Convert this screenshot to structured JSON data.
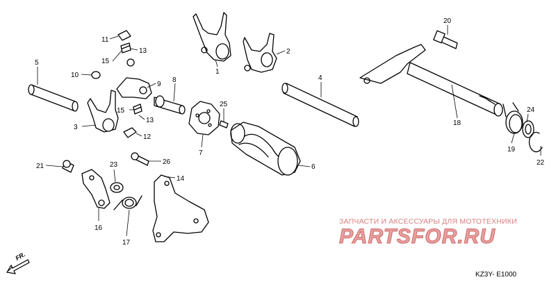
{
  "callouts": [
    {
      "id": "c1",
      "text": "1"
    },
    {
      "id": "c2",
      "text": "2"
    },
    {
      "id": "c3",
      "text": "3"
    },
    {
      "id": "c4",
      "text": "4"
    },
    {
      "id": "c5",
      "text": "5"
    },
    {
      "id": "c6",
      "text": "6"
    },
    {
      "id": "c7",
      "text": "7"
    },
    {
      "id": "c8",
      "text": "8"
    },
    {
      "id": "c9",
      "text": "9"
    },
    {
      "id": "c10",
      "text": "10"
    },
    {
      "id": "c11",
      "text": "11"
    },
    {
      "id": "c12",
      "text": "12"
    },
    {
      "id": "c13a",
      "text": "13"
    },
    {
      "id": "c13b",
      "text": "13"
    },
    {
      "id": "c14",
      "text": "14"
    },
    {
      "id": "c15a",
      "text": "15"
    },
    {
      "id": "c15b",
      "text": "15"
    },
    {
      "id": "c16",
      "text": "16"
    },
    {
      "id": "c17",
      "text": "17"
    },
    {
      "id": "c18",
      "text": "18"
    },
    {
      "id": "c19",
      "text": "19"
    },
    {
      "id": "c20",
      "text": "20"
    },
    {
      "id": "c21",
      "text": "21"
    },
    {
      "id": "c22",
      "text": "22"
    },
    {
      "id": "c23",
      "text": "23"
    },
    {
      "id": "c24",
      "text": "24"
    },
    {
      "id": "c25",
      "text": "25"
    },
    {
      "id": "c26",
      "text": "26"
    }
  ],
  "watermark": {
    "line1": "ЗАПЧАСТИ И АКСЕССУАРЫ ДЛЯ МОТОТЕХНИКИ",
    "line2": "PARTSFOR.RU"
  },
  "diagram_code": "KZ3Y- E1000",
  "direction_marker": "FR.",
  "colors": {
    "watermark": "#d98080",
    "ink": "#000000"
  }
}
